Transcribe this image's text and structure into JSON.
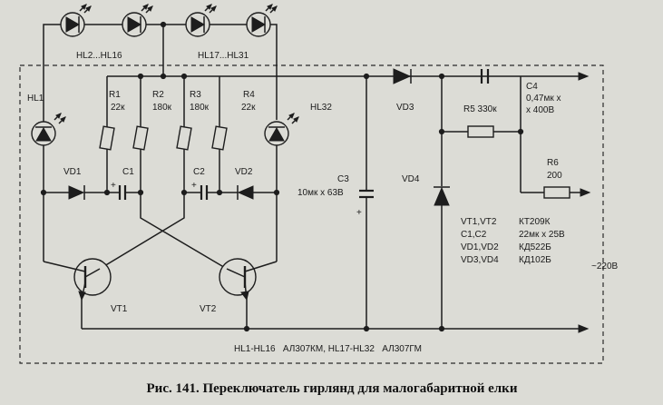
{
  "labels": {
    "hl2_hl16": "HL2...HL16",
    "hl17_hl31": "HL17...HL31",
    "hl1": "HL1",
    "hl32": "HL32",
    "r1": "R1",
    "r1_val": "22к",
    "r2": "R2",
    "r2_val": "180к",
    "r3": "R3",
    "r3_val": "180к",
    "r4": "R4",
    "r4_val": "22к",
    "vd1": "VD1",
    "vd2": "VD2",
    "vd3": "VD3",
    "vd4": "VD4",
    "c1": "C1",
    "c2": "C2",
    "c3": "C3",
    "c3_val": "10мк х 63В",
    "c4": "C4",
    "c4_val1": "0,47мк х",
    "c4_val2": "х 400В",
    "r5": "R5 330к",
    "r6": "R6",
    "r6_val": "200",
    "vt1": "VT1",
    "vt2": "VT2",
    "mains": "~220В",
    "plus": "+"
  },
  "parts_table": [
    {
      "ref": "VT1,VT2",
      "type": "КТ209К"
    },
    {
      "ref": "C1,C2",
      "type": "22мк х 25В"
    },
    {
      "ref": "VD1,VD2",
      "type": "КД522Б"
    },
    {
      "ref": "VD3,VD4",
      "type": "КД102Б"
    }
  ],
  "led_note": "HL1-HL16   АЛ307КМ, HL17-HL32   АЛ307ГМ",
  "caption": "Рис. 141. Переключатель гирлянд для малогабаритной елки"
}
